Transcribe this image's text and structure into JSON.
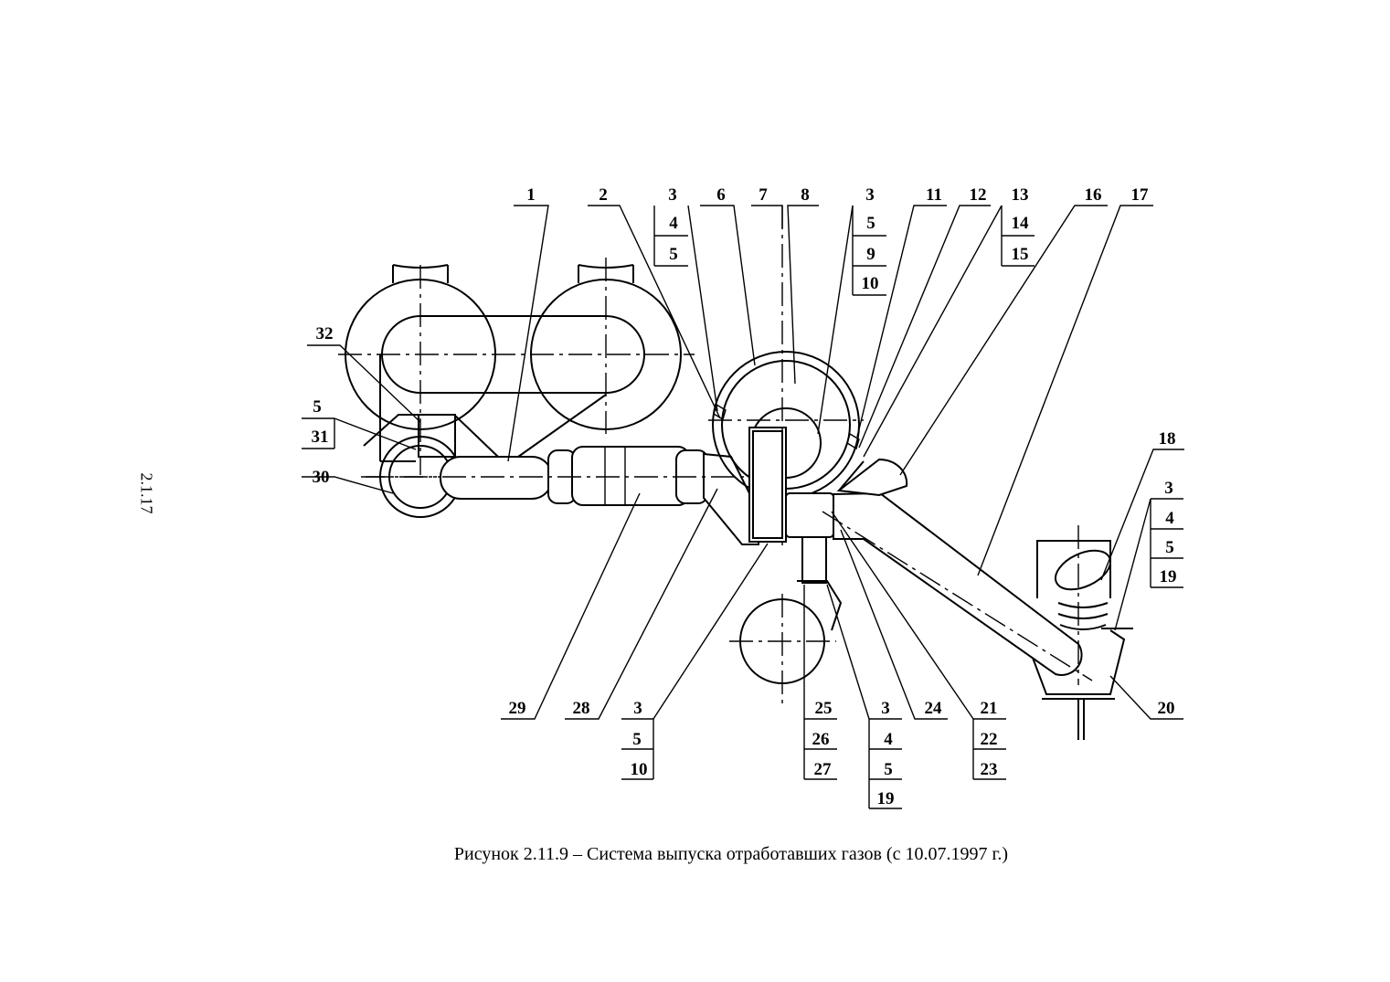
{
  "caption": "Рисунок 2.11.9 – Система выпуска отработавших газов (с 10.07.1997 г.)",
  "page_number": "2.1.17",
  "callouts": {
    "c1": "1",
    "c2": "2",
    "c3a": "3",
    "c3a_4": "4",
    "c3a_5": "5",
    "c6": "6",
    "c7": "7",
    "c8": "8",
    "c3b": "3",
    "c3b_5": "5",
    "c3b_9": "9",
    "c3b_10": "10",
    "c11": "11",
    "c12": "12",
    "c13": "13",
    "c13_14": "14",
    "c13_15": "15",
    "c16": "16",
    "c17": "17",
    "c32": "32",
    "c5": "5",
    "c5_31": "31",
    "c30": "30",
    "c18": "18",
    "c3c": "3",
    "c3c_4": "4",
    "c3c_5": "5",
    "c3c_19": "19",
    "c29": "29",
    "c28": "28",
    "c3d": "3",
    "c3d_5": "5",
    "c3d_10": "10",
    "c25": "25",
    "c25_26": "26",
    "c25_27": "27",
    "c3e": "3",
    "c3e_4": "4",
    "c3e_5": "5",
    "c3e_19": "19",
    "c24": "24",
    "c21": "21",
    "c21_22": "22",
    "c21_23": "23",
    "c20": "20"
  }
}
